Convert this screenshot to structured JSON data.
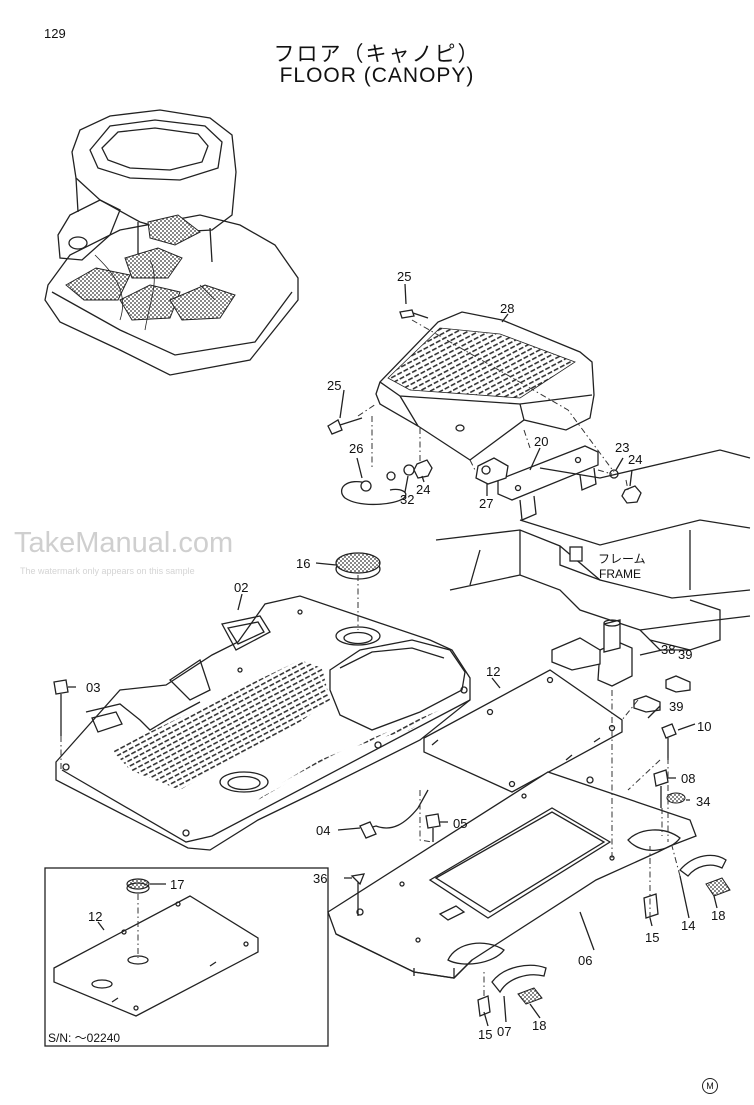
{
  "header": {
    "page_number": "129",
    "title_jp": "フロア（キャノピ）",
    "title_en": "FLOOR (CANOPY)"
  },
  "watermark": {
    "brand": "TakeManual.com",
    "note": "The watermark only appears on this sample"
  },
  "frame_label": {
    "jp": "フレーム",
    "en": "FRAME"
  },
  "inset": {
    "serial_note": "S/N: ～02240"
  },
  "footer": {
    "mark": "M"
  },
  "callouts": [
    {
      "id": "c-25a",
      "text": "25"
    },
    {
      "id": "c-28",
      "text": "28"
    },
    {
      "id": "c-25b",
      "text": "25"
    },
    {
      "id": "c-26",
      "text": "26"
    },
    {
      "id": "c-32",
      "text": "32"
    },
    {
      "id": "c-24a",
      "text": "24"
    },
    {
      "id": "c-27",
      "text": "27"
    },
    {
      "id": "c-20",
      "text": "20"
    },
    {
      "id": "c-23",
      "text": "23"
    },
    {
      "id": "c-24b",
      "text": "24"
    },
    {
      "id": "c-16",
      "text": "16"
    },
    {
      "id": "c-02",
      "text": "02"
    },
    {
      "id": "c-03",
      "text": "03"
    },
    {
      "id": "c-12a",
      "text": "12"
    },
    {
      "id": "c-38",
      "text": "38"
    },
    {
      "id": "c-39a",
      "text": "39"
    },
    {
      "id": "c-39b",
      "text": "39"
    },
    {
      "id": "c-10",
      "text": "10"
    },
    {
      "id": "c-08",
      "text": "08"
    },
    {
      "id": "c-34",
      "text": "34"
    },
    {
      "id": "c-04",
      "text": "04"
    },
    {
      "id": "c-05",
      "text": "05"
    },
    {
      "id": "c-36",
      "text": "36"
    },
    {
      "id": "c-17",
      "text": "17"
    },
    {
      "id": "c-12b",
      "text": "12"
    },
    {
      "id": "c-14",
      "text": "14"
    },
    {
      "id": "c-18a",
      "text": "18"
    },
    {
      "id": "c-15a",
      "text": "15"
    },
    {
      "id": "c-06",
      "text": "06"
    },
    {
      "id": "c-15b",
      "text": "15"
    },
    {
      "id": "c-07",
      "text": "07"
    },
    {
      "id": "c-18b",
      "text": "18"
    }
  ]
}
